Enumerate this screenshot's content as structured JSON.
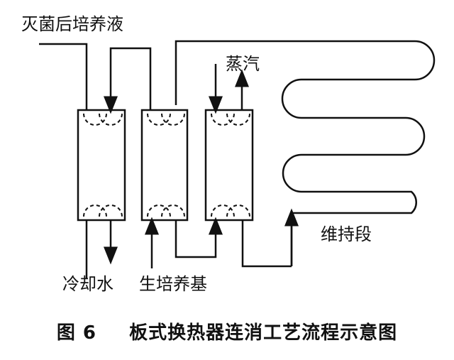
{
  "labels": {
    "sterilized_medium": "灭菌后培养液",
    "steam": "蒸汽",
    "holding_section": "维持段",
    "cooling_water": "冷却水",
    "raw_medium": "生培养基"
  },
  "caption": {
    "figure_no": "图 6",
    "title": "板式换热器连消工艺流程示意图"
  },
  "colors": {
    "line": "#111111"
  }
}
